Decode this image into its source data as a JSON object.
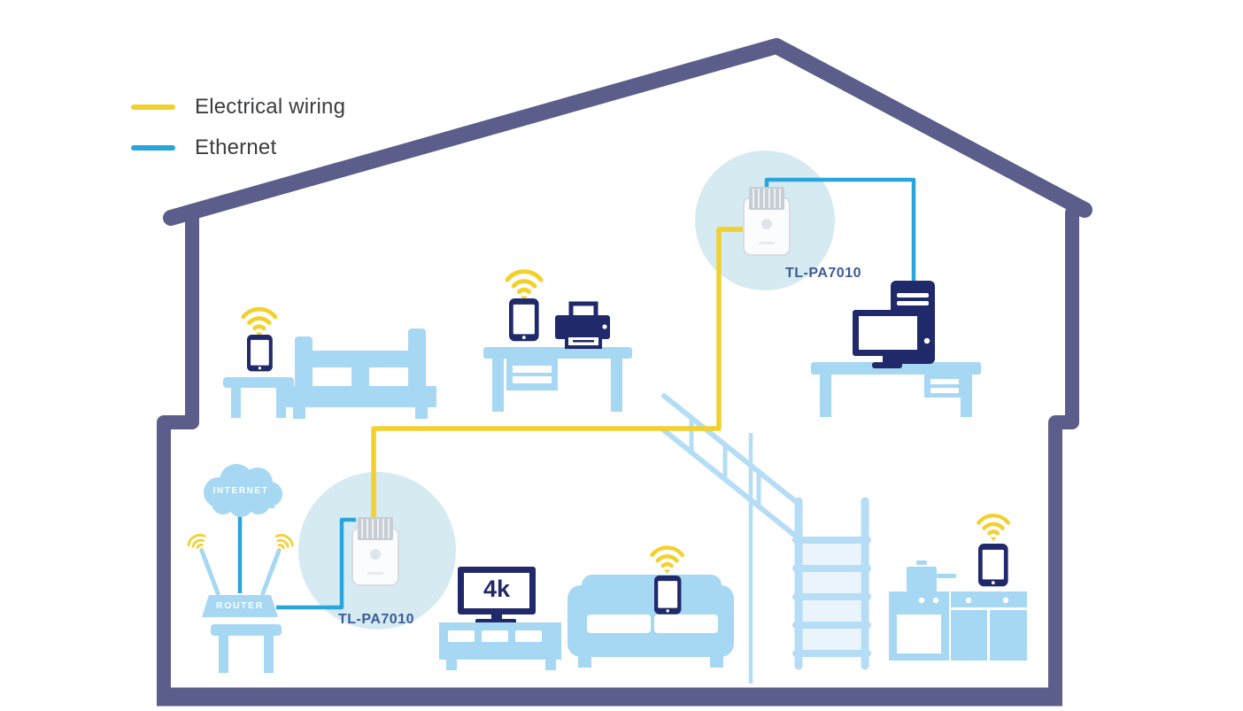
{
  "legend": {
    "items": [
      {
        "label": "Electrical wiring",
        "color": "#f1d02f"
      },
      {
        "label": "Ethernet",
        "color": "#29a5dc"
      }
    ]
  },
  "labels": {
    "adapter_upper": "TL-PA7010",
    "adapter_lower": "TL-PA7010",
    "internet": "INTERNET",
    "router": "ROUTER",
    "tv_badge": "4k"
  },
  "colors": {
    "house_outline": "#5b5e8a",
    "furniture_blue": "#a6d7f3",
    "stairs_blue": "#b5ddf5",
    "device_navy": "#20296a",
    "electrical_yellow": "#f1d02f",
    "ethernet_blue": "#29a5dc",
    "adapter_halo": "#d6eaf2",
    "wifi_yellow": "#f3d12d",
    "adapter_label_blue": "#3c5b99"
  }
}
